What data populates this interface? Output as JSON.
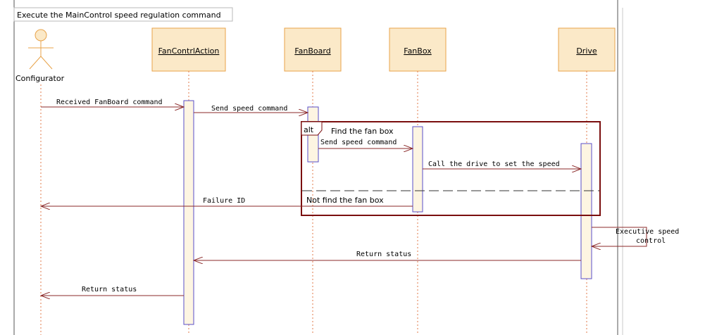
{
  "title": "Execute the MainControl speed regulation command",
  "actor": {
    "label": "Configurator"
  },
  "lifelines": [
    {
      "label": "FanContrlAction"
    },
    {
      "label": "FanBoard"
    },
    {
      "label": "FanBox"
    },
    {
      "label": "Drive"
    }
  ],
  "fragment": {
    "operator": "alt",
    "guard": "Find the fan box",
    "else_label": "Not find the fan box"
  },
  "messages": {
    "m1": "Received FanBoard command",
    "m2": "Send speed command",
    "m3": "Send speed command",
    "m4": "Call the drive to set the speed",
    "m5": "Failure ID",
    "m6a": "Executive speed",
    "m6b": "control",
    "m7": "Return status",
    "m8": "Return status"
  },
  "colors": {
    "head_fill": "#fbe9c8",
    "head_border": "#e8a34a",
    "activation_fill": "#fdf5e2",
    "activation_border": "#5a4fc8",
    "arrow": "#8b2a2a",
    "fragment": "#7a0e0e",
    "lifeline": "#e07a4a"
  }
}
